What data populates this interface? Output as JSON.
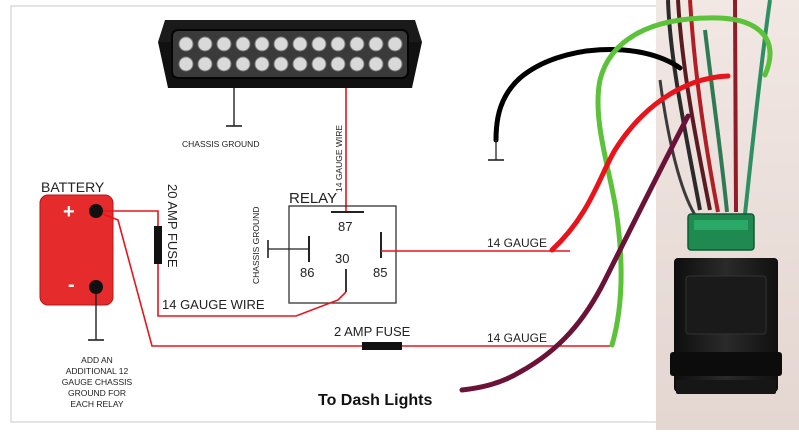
{
  "labels": {
    "chassis_ground_top": "CHASSIS GROUND",
    "gauge_wire_vertical": "14 GAUGE WIRE",
    "relay_title": "RELAY",
    "relay_chassis_ground": "CHASSIS GROUND",
    "pin_87": "87",
    "pin_86": "86",
    "pin_30": "30",
    "pin_85": "85",
    "battery_title": "BATTERY",
    "battery_plus": "+",
    "battery_minus": "-",
    "fuse_20amp": "20 AMP FUSE",
    "gauge_wire_bottom": "14 GAUGE WIRE",
    "amp_fuse_bottom": "2  AMP FUSE",
    "gauge_right_upper": "14 GAUGE",
    "gauge_right_lower": "14 GAUGE",
    "ground_note_1": "ADD AN",
    "ground_note_2": "ADDITIONAL 12",
    "ground_note_3": "GAUGE CHASSIS",
    "ground_note_4": "GROUND FOR",
    "ground_note_5": "EACH RELAY",
    "dash_lights": "To Dash Lights"
  },
  "colors": {
    "wire_red": "#e8141c",
    "battery_red": "#e52b2b",
    "drawn_green": "#5cc23a",
    "drawn_black": "#000000",
    "drawn_maroon": "#6b1238",
    "line_dark": "#222222",
    "switch_green": "#1f8a50"
  },
  "icons": {
    "light_bar": "led-light-bar-icon",
    "ground": "ground-symbol-icon",
    "fuse": "fuse-icon",
    "switch": "rocker-switch-photo"
  }
}
